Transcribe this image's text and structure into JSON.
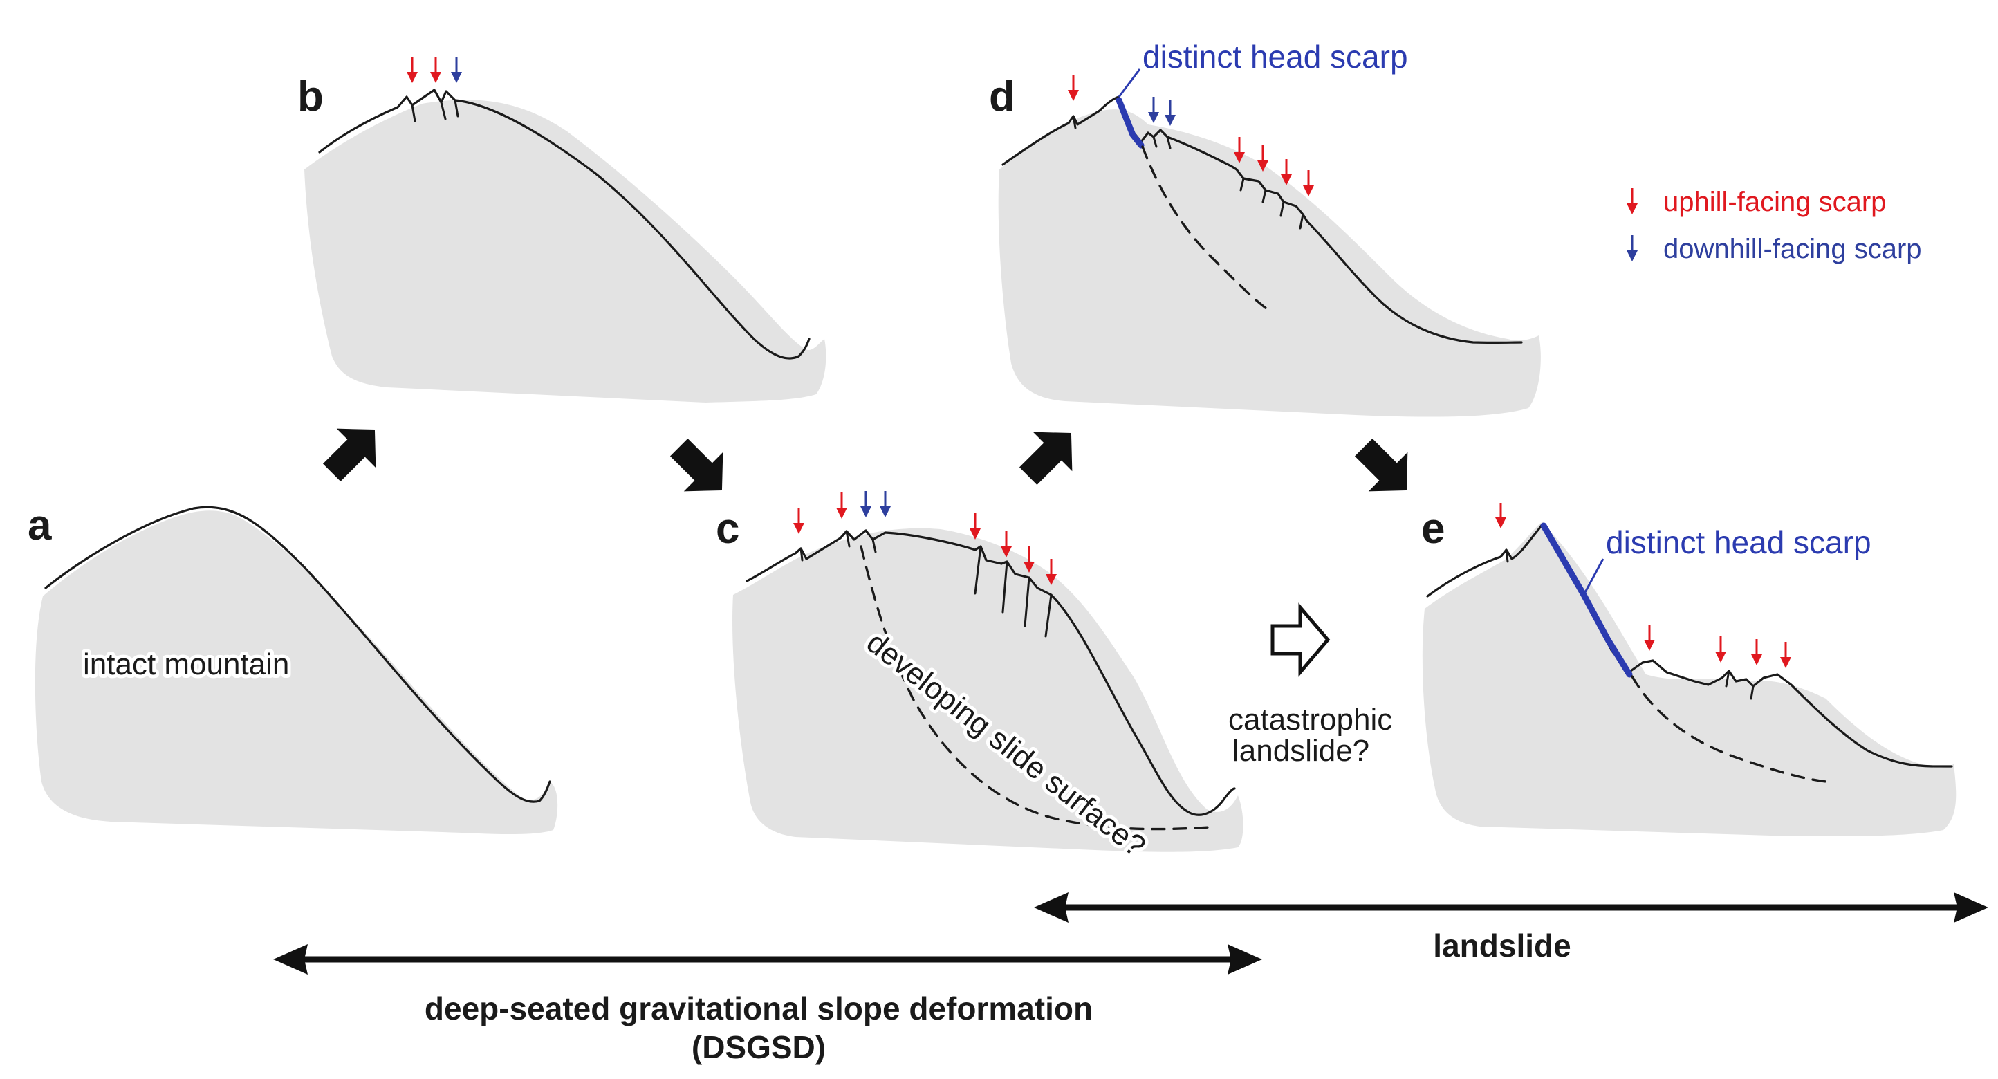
{
  "colors": {
    "uphill": "#e0181f",
    "downhill": "#2e3f9e",
    "headScarp": "#2b3bb0",
    "terrain": "#e3e3e3",
    "ink": "#111111"
  },
  "panels": {
    "a": {
      "letter": "a",
      "label": "intact mountain"
    },
    "b": {
      "letter": "b"
    },
    "c": {
      "letter": "c",
      "label": "developing slide surface?"
    },
    "d": {
      "letter": "d",
      "label": "distinct head scarp"
    },
    "e": {
      "letter": "e",
      "label": "distinct head scarp"
    }
  },
  "transition_note": {
    "line1": "catastrophic",
    "line2": "landslide?"
  },
  "legend": [
    {
      "label": "uphill-facing scarp",
      "color": "#e0181f",
      "icon": "arrow-down-icon"
    },
    {
      "label": "downhill-facing scarp",
      "color": "#2e3f9e",
      "icon": "arrow-down-icon"
    }
  ],
  "timeline": {
    "dsgsd": {
      "line1": "deep-seated gravitational slope deformation",
      "line2": "(DSGSD)"
    },
    "landslide": {
      "label": "landslide"
    }
  }
}
